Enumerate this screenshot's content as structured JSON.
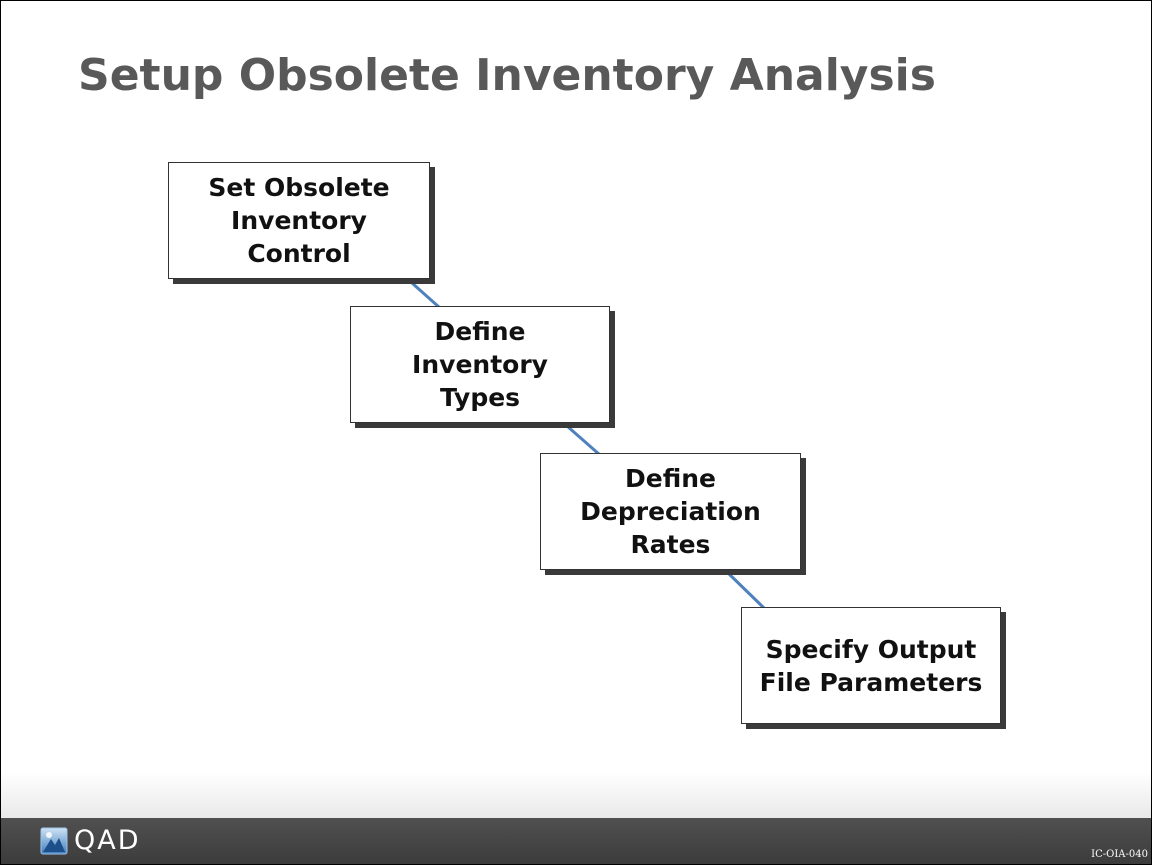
{
  "slide": {
    "title": "Setup Obsolete Inventory Analysis",
    "code": "IC-OIA-040"
  },
  "steps": [
    {
      "label": "Set Obsolete\nInventory\nControl"
    },
    {
      "label": "Define\nInventory\nTypes"
    },
    {
      "label": "Define\nDepreciation\nRates"
    },
    {
      "label": "Specify Output\nFile Parameters"
    }
  ],
  "footer": {
    "logo_text": "QAD",
    "logo_icon": "qad-logo-icon"
  },
  "colors": {
    "connector": "#4f81bd",
    "title": "#595959",
    "footer": "#474747"
  }
}
